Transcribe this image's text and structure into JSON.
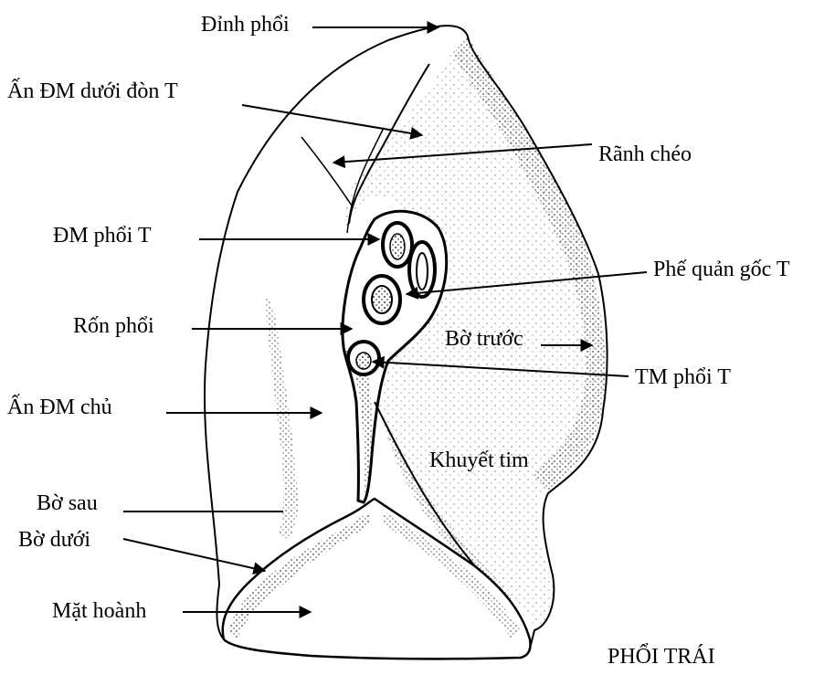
{
  "figure": {
    "caption": "PHỔI TRÁI",
    "labels": {
      "dinh_phoi": "Đỉnh phổi",
      "an_dm_duoi_don": "Ấn ĐM dưới đòn T",
      "ranh_cheo": "Rãnh chéo",
      "dm_phoi": "ĐM phổi T",
      "phe_quan_goc": "Phế quản gốc T",
      "ron_phoi": "Rốn phổi",
      "bo_truoc": "Bờ trước",
      "tm_phoi": "TM phổi T",
      "an_dm_chu": "Ấn ĐM chủ",
      "khuyet_tim": "Khuyết tim",
      "bo_sau": "Bờ sau",
      "bo_duoi": "Bờ dưới",
      "mat_hoanh": "Mặt hoành"
    }
  }
}
